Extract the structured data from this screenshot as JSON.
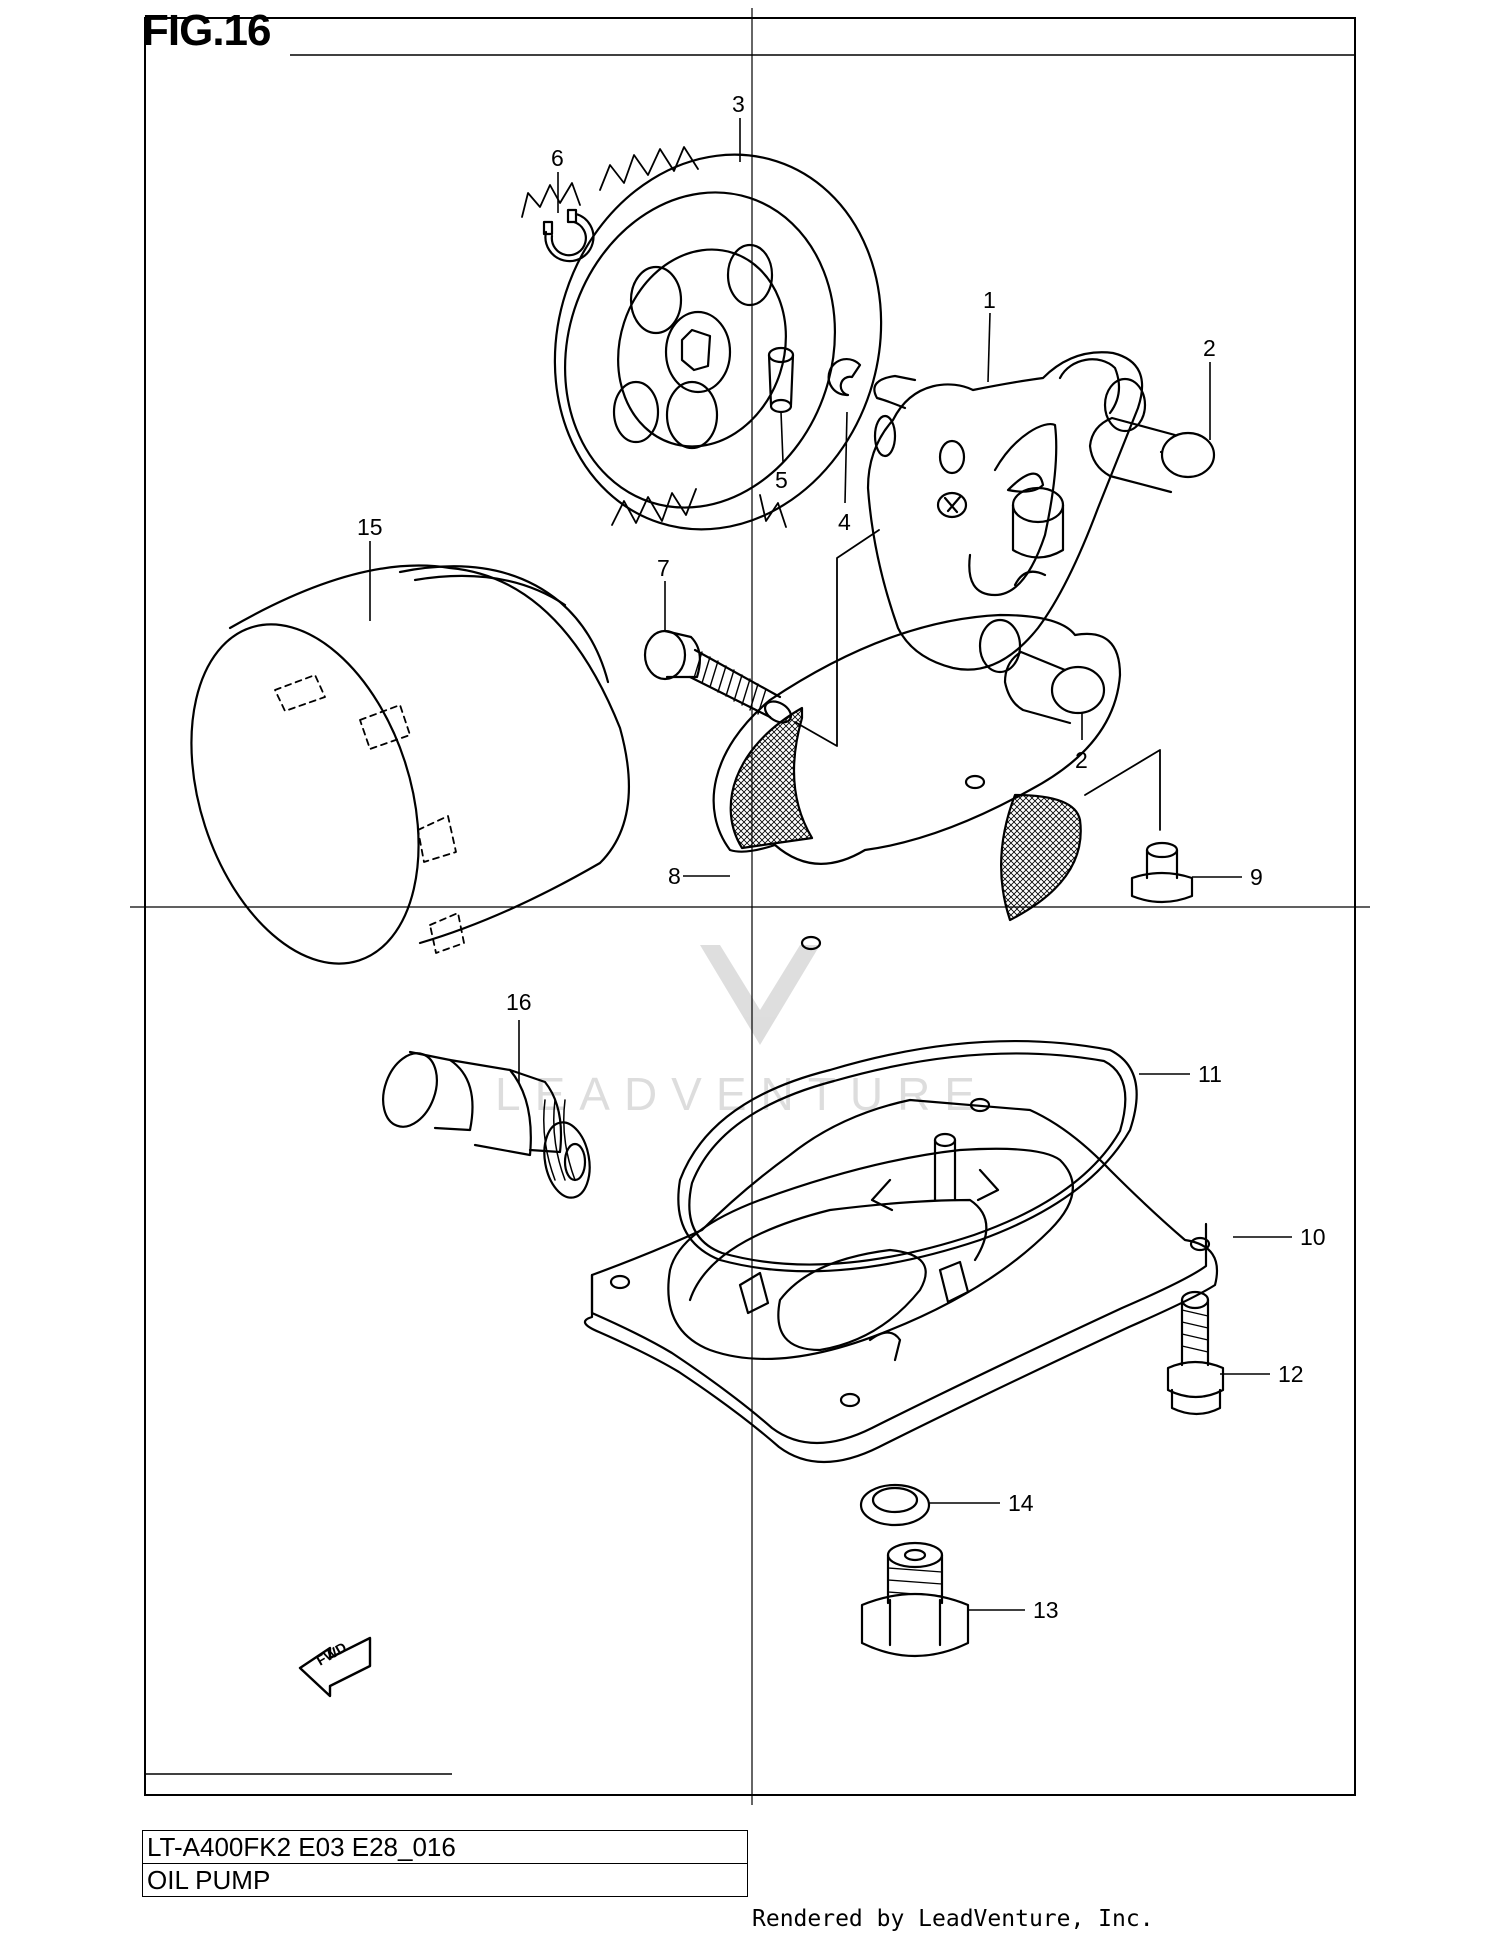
{
  "figure": {
    "title": "FIG.16"
  },
  "callouts": [
    {
      "id": "1",
      "label": "1"
    },
    {
      "id": "2a",
      "label": "2"
    },
    {
      "id": "2b",
      "label": "2"
    },
    {
      "id": "3",
      "label": "3"
    },
    {
      "id": "4",
      "label": "4"
    },
    {
      "id": "5",
      "label": "5"
    },
    {
      "id": "6",
      "label": "6"
    },
    {
      "id": "7",
      "label": "7"
    },
    {
      "id": "8",
      "label": "8"
    },
    {
      "id": "9",
      "label": "9"
    },
    {
      "id": "10",
      "label": "10"
    },
    {
      "id": "11",
      "label": "11"
    },
    {
      "id": "12",
      "label": "12"
    },
    {
      "id": "13",
      "label": "13"
    },
    {
      "id": "14",
      "label": "14"
    },
    {
      "id": "15",
      "label": "15"
    },
    {
      "id": "16",
      "label": "16"
    }
  ],
  "fwd_label": "FWD",
  "watermark": "LEADVENTURE",
  "title_block": {
    "model": "LT-A400FK2 E03 E28_016",
    "name": "OIL PUMP"
  },
  "credit": "Rendered by LeadVenture, Inc."
}
